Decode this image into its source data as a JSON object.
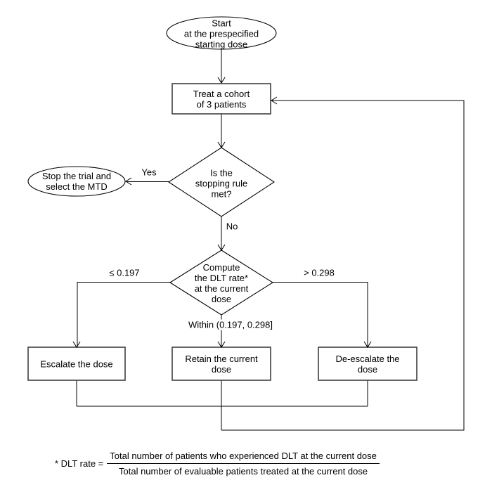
{
  "flowchart": {
    "start": "Start\nat the prespecified\nstarting dose",
    "treat": "Treat a cohort\nof 3 patients",
    "stopping_rule": "Is the\nstopping rule\nmet?",
    "stop_trial": "Stop the trial and\nselect the MTD",
    "yes_label": "Yes",
    "no_label": "No",
    "compute": "Compute\nthe DLT rate*\nat the current\ndose",
    "branch_low": "≤ 0.197",
    "branch_high": "> 0.298",
    "branch_within": "Within (0.197, 0.298]",
    "escalate": "Escalate the dose",
    "retain": "Retain the current\ndose",
    "deescalate": "De-escalate the\ndose"
  },
  "footnote": {
    "prefix": "* DLT rate =",
    "numerator": "Total number of patients who experienced DLT at the current dose",
    "denominator": "Total number of evaluable patients treated at the current dose"
  },
  "colors": {
    "line": "#000000",
    "box_border": "#3f3f3f",
    "background": "#ffffff"
  }
}
